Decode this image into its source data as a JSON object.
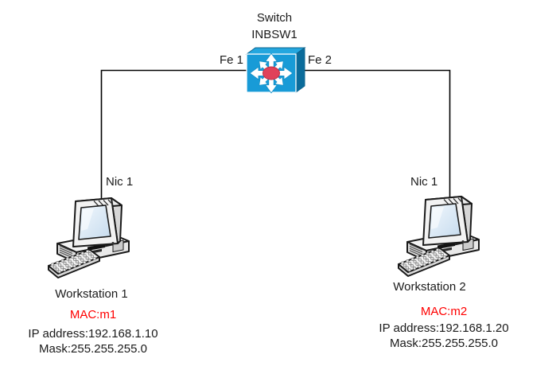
{
  "diagram": {
    "switch": {
      "type_label": "Switch",
      "name": "INBSW1",
      "ports": [
        {
          "label": "Fe 1"
        },
        {
          "label": "Fe 2"
        }
      ]
    },
    "workstations": [
      {
        "name": "Workstation 1",
        "nic_label": "Nic 1",
        "mac": "MAC:m1",
        "ip": "IP address:192.168.1.10",
        "mask": "Mask:255.255.255.0"
      },
      {
        "name": "Workstation 2",
        "nic_label": "Nic 1",
        "mac": "MAC:m2",
        "ip": "IP address:192.168.1.20",
        "mask": "Mask:255.255.255.0"
      }
    ],
    "colors": {
      "switch_front": "#189BD7",
      "switch_top": "#24A7DF",
      "switch_side": "#0B6C9B",
      "hub_red": "#E0425A",
      "mac_red": "#FF0000",
      "line": "#000000",
      "text": "#1A1A1A",
      "background": "#FFFFFF"
    }
  }
}
